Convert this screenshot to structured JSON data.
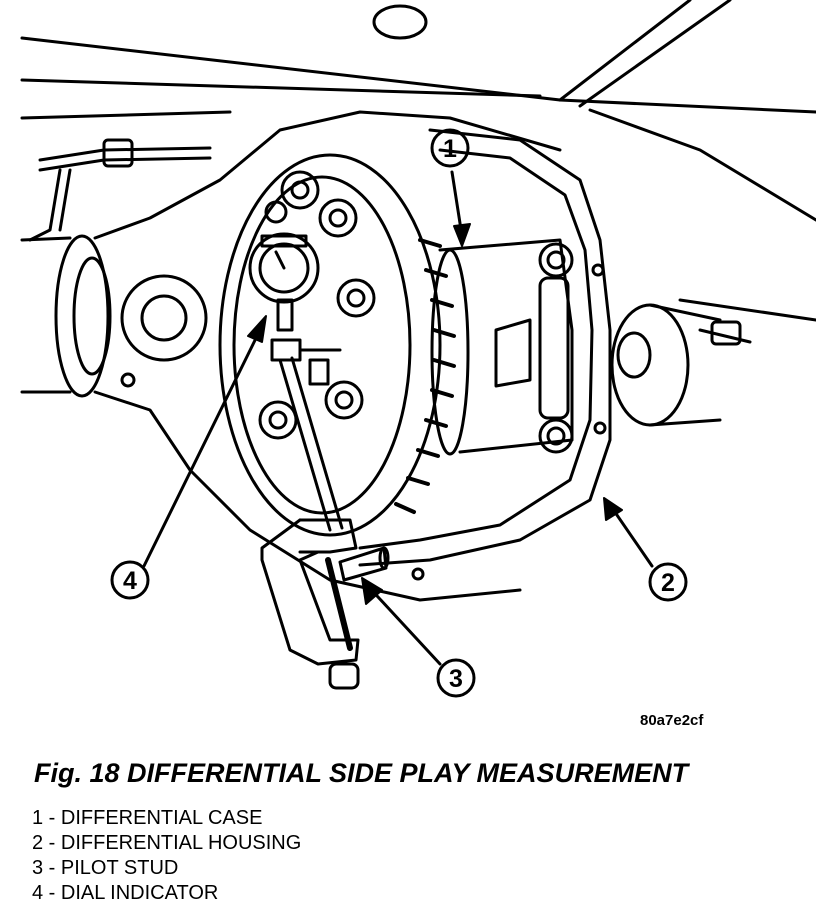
{
  "figure": {
    "image_code": "80a7e2cf",
    "caption": "Fig. 18 DIFFERENTIAL SIDE PLAY MEASUREMENT",
    "callouts": [
      "1",
      "2",
      "3",
      "4"
    ],
    "legend": [
      "1 - DIFFERENTIAL CASE",
      "2 - DIFFERENTIAL HOUSING",
      "3 - PILOT STUD",
      "4 - DIAL INDICATOR"
    ]
  }
}
